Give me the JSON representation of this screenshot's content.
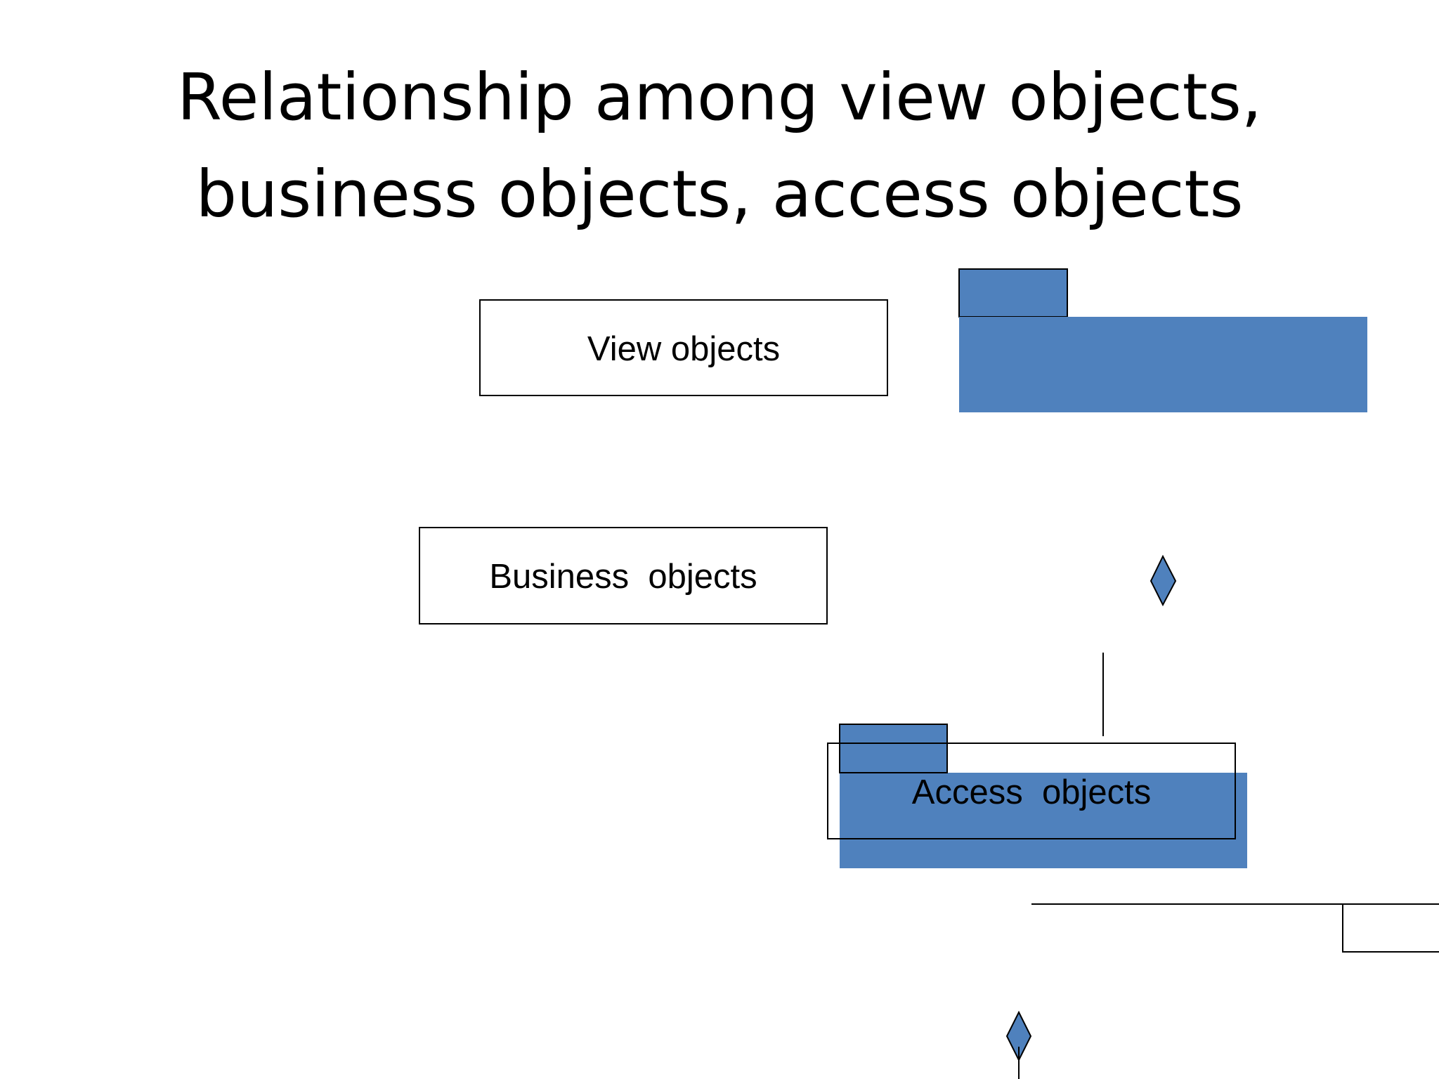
{
  "title": {
    "line1": "Relationship among view objects,",
    "line2": "business objects, access objects"
  },
  "boxes": {
    "view": "View objects",
    "business": "Business  objects",
    "access": "Access  objects"
  },
  "colors": {
    "accent": "#4F81BD",
    "stroke": "#000000",
    "background": "#FFFFFF"
  }
}
